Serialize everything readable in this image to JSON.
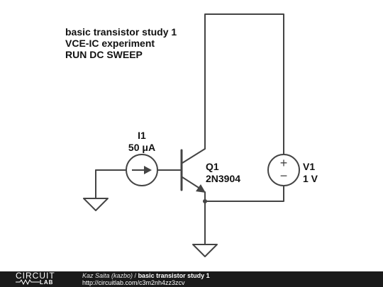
{
  "notes": [
    "basic transistor study 1",
    "VCE-IC experiment",
    "RUN DC SWEEP"
  ],
  "components": {
    "current_source": {
      "name": "I1",
      "value": "50 μA"
    },
    "transistor": {
      "name": "Q1",
      "part": "2N3904"
    },
    "voltage_source": {
      "name": "V1",
      "value": "1 V",
      "plus": "+",
      "minus": "−"
    }
  },
  "footer": {
    "logo_top": "CIRCUIT",
    "logo_bottom": "LAB",
    "author": "Kaz Saita (kazbo)",
    "separator": " / ",
    "title": "basic transistor study 1",
    "url": "http://circuitlab.com/c3m2nh4zz3zcv"
  },
  "colors": {
    "wire": "#444444",
    "footer_bg": "#1a1a1a"
  }
}
